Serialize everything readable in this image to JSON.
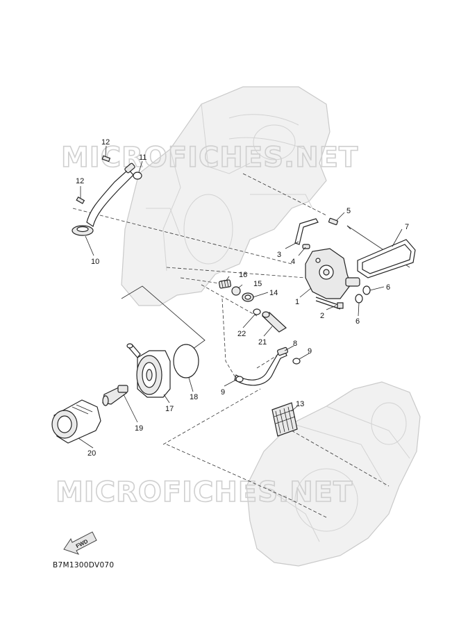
{
  "watermark_top": "MICROFICHES.NET",
  "watermark_bottom": "MICROFICHES.NET",
  "diagram_code": "B7M1300DV070",
  "fwd_label": "FWD",
  "callouts": {
    "c1": "1",
    "c2": "2",
    "c3": "3",
    "c4": "4",
    "c5": "5",
    "c6a": "6",
    "c6b": "6",
    "c7": "7",
    "c8": "8",
    "c9a": "9",
    "c9b": "9",
    "c10": "10",
    "c11": "11",
    "c12a": "12",
    "c12b": "12",
    "c13": "13",
    "c14": "14",
    "c15": "15",
    "c16": "16",
    "c17": "17",
    "c18": "18",
    "c19": "19",
    "c20": "20",
    "c21": "21",
    "c22": "22"
  },
  "icons": {
    "fwd_arrow": "fwd-arrow-icon"
  }
}
